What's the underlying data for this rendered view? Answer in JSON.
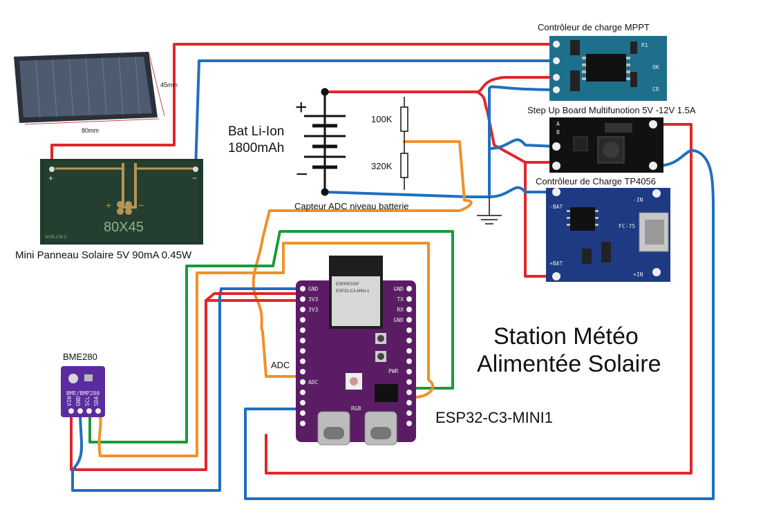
{
  "title_line1": "Station Météo",
  "title_line2": "Alimentée Solaire",
  "components": {
    "solar_panel": {
      "label": "Mini Panneau Solaire 5V 90mA 0.45W",
      "board_text": "80X45",
      "plus": "+",
      "minus": "−",
      "silk": "NYB-179-2",
      "dim_width": "80mm",
      "dim_height": "45mm"
    },
    "mppt": {
      "label": "Contrôleur de charge MPPT",
      "silk_r1": "R1",
      "silk_ok": "OK",
      "silk_cr": "CR"
    },
    "step_up": {
      "label": "Step Up Board Multifunotion 5V -12V 1.5A",
      "silk_a": "A",
      "silk_b": "B"
    },
    "tp4056": {
      "label": "Contrôleur de Charge TP4056",
      "silk_batm": "-BAT",
      "silk_batp": "+BAT",
      "silk_inm": "-IN",
      "silk_inp": "+IN",
      "silk_chip": "FC-75"
    },
    "battery": {
      "label_line1": "Bat Li-Ion",
      "label_line2": "1800mAh",
      "plus": "+",
      "minus": "−"
    },
    "divider": {
      "r1": "100K",
      "r2": "320K",
      "label": "Capteur ADC niveau batterie"
    },
    "esp32": {
      "label": "ESP32-C3-MINI1",
      "module_brand": "ESPRESSIF",
      "module_model": "ESP32-C3-MINI-1",
      "pins_left": [
        "GND",
        "3V3",
        "3V3",
        "",
        "",
        "",
        "",
        "",
        "",
        "ADC",
        "",
        "",
        "",
        ""
      ],
      "pins_right": [
        "GND",
        "TX",
        "RX",
        "GND",
        "",
        "",
        "",
        "",
        "",
        "",
        "",
        "",
        "",
        ""
      ],
      "adc_label": "ADC",
      "rgb_label": "RGB",
      "pwr_label": "PWR"
    },
    "bme280": {
      "label": "BME280",
      "silk": "BME/BMP280",
      "pins": [
        "VIN",
        "GND",
        "SCL",
        "SDA"
      ]
    }
  },
  "colors": {
    "red_wire": "#e0272a",
    "blue_wire": "#1f6fc0",
    "green_wire": "#1b9a3a",
    "orange_wire": "#f0902a",
    "black_wire": "#111111",
    "esp_board": "#5a1d64",
    "mppt_board": "#1d6f8c",
    "tp4056_board": "#1d3a82",
    "stepup_board": "#111111",
    "bme_board": "#5a2ca0",
    "solar_pcb": "#1f3a2a"
  }
}
